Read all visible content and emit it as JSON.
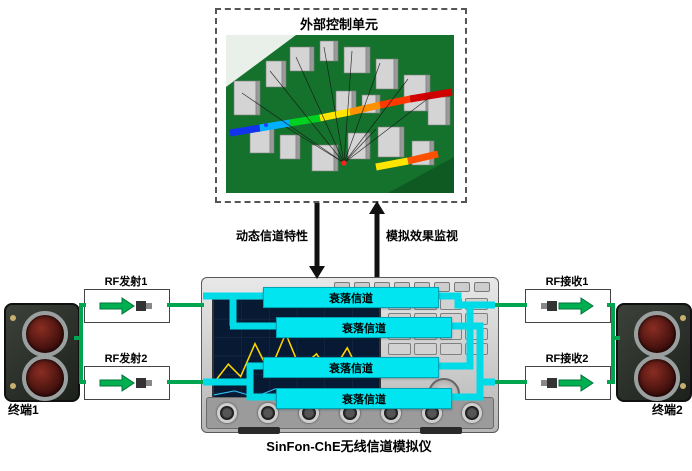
{
  "control_unit": {
    "title": "外部控制单元"
  },
  "links": {
    "down_label": "动态信道特性",
    "up_label": "模拟效果监视"
  },
  "emulator": {
    "caption": "SinFon-ChE无线信道模拟仪",
    "channels": [
      "衰落信道",
      "衰落信道",
      "衰落信道",
      "衰落信道"
    ]
  },
  "rf_ports": {
    "tx1": "RF发射1",
    "tx2": "RF发射2",
    "rx1": "RF接收1",
    "rx2": "RF接收2"
  },
  "terminals": {
    "left": "终端1",
    "right": "终端2"
  },
  "icons": {
    "rf_arrow": "arrow-right-icon",
    "rf_connector": "coax-connector-icon"
  },
  "colors": {
    "link_green": "#00a550",
    "channel_cyan": "#00e5f0",
    "arrow_black": "#111111"
  }
}
